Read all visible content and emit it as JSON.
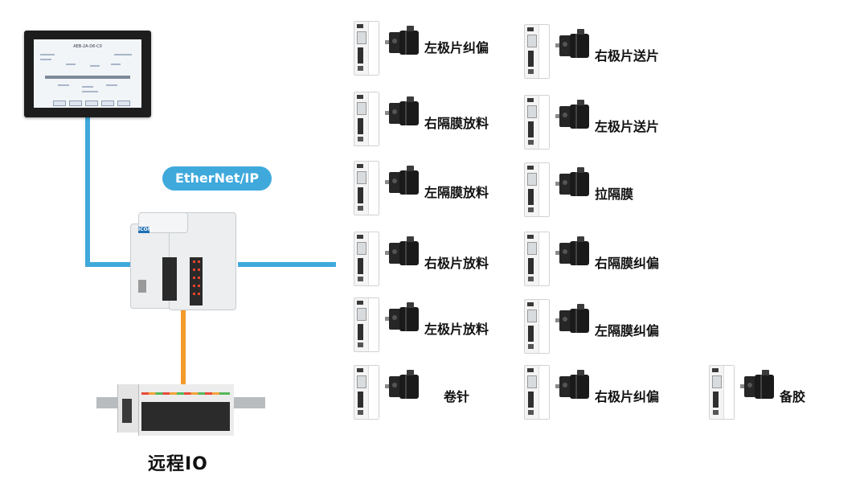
{
  "network_label": "EtherNet/IP",
  "hmi": {
    "screen_title": "AEB-2A-D6-C0"
  },
  "plc": {
    "logo": "ICON"
  },
  "remote_io_label": "远程IO",
  "servo_units": [
    {
      "label": "左极片纠偏"
    },
    {
      "label": "右隔膜放料"
    },
    {
      "label": "左隔膜放料"
    },
    {
      "label": "右极片放料"
    },
    {
      "label": "左极片放料"
    },
    {
      "label": "卷针"
    },
    {
      "label": "右极片送片"
    },
    {
      "label": "左极片送片"
    },
    {
      "label": "拉隔膜"
    },
    {
      "label": "右隔膜纠偏"
    },
    {
      "label": "左隔膜纠偏"
    },
    {
      "label": "右极片纠偏"
    },
    {
      "label": "备胶"
    }
  ],
  "colors": {
    "ethernet_line": "#3fa9dc",
    "io_line": "#f39a2b",
    "pill": "#3fa9dc"
  }
}
